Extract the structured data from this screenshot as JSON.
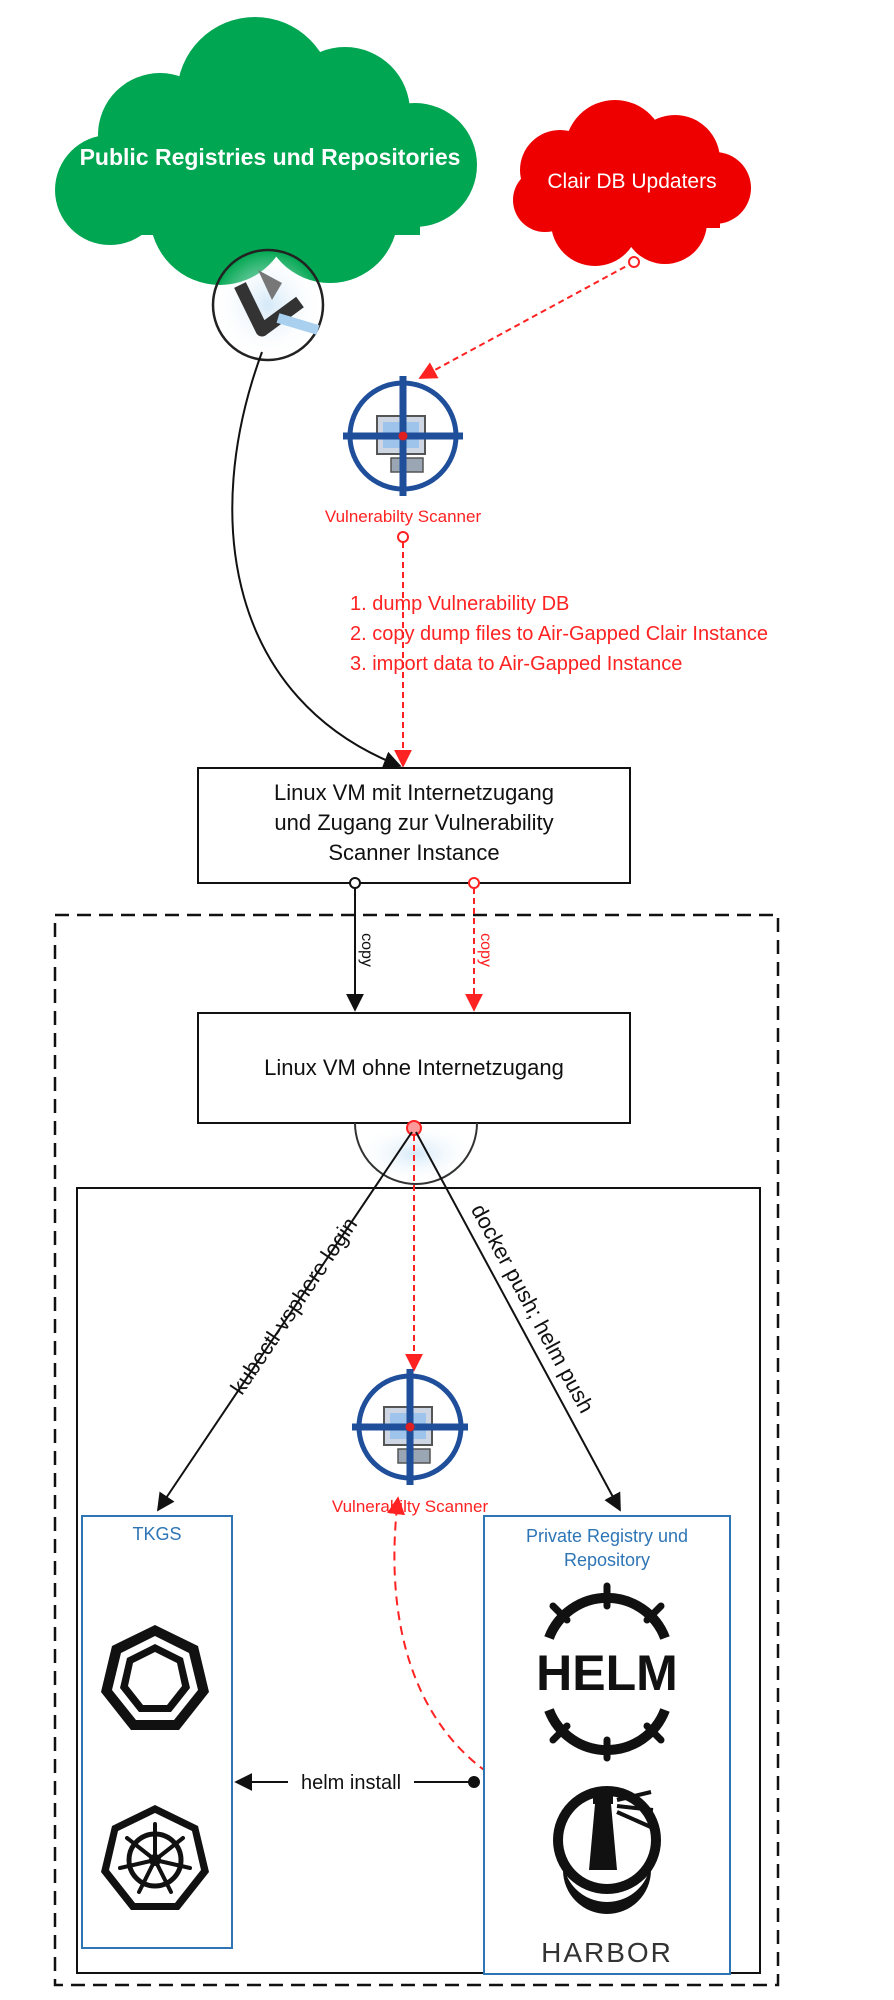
{
  "colors": {
    "cloud_green": "#00a651",
    "cloud_red": "#ee0000",
    "red_flow": "#ff2222",
    "blue": "#1f5ca8",
    "frame_blue": "#2e75b6",
    "black": "#111111"
  },
  "clouds": {
    "public_registries": "Public Registries und Repositories",
    "clair_updaters": "Clair DB Updaters"
  },
  "scanner_top": {
    "label": "Vulnerabilty Scanner",
    "icon": "crosshair-monitor-icon"
  },
  "scanner_inner": {
    "label": "Vulnerabilty Scanner",
    "icon": "crosshair-monitor-icon"
  },
  "steps": [
    "1. dump Vulnerability DB",
    "2. copy dump files to Air-Gapped Clair Instance",
    "3. import data to Air-Gapped Instance"
  ],
  "vm_online": {
    "lines": [
      "Linux VM mit Internetzugang",
      "und Zugang zur Vulnerability",
      "Scanner Instance"
    ]
  },
  "vm_offline": {
    "label": "Linux VM ohne Internetzugang"
  },
  "edges": {
    "copy_black": "copy",
    "copy_red": "copy",
    "kubectl": "kubectl-vsphere login",
    "docker_push": "docker push; helm push",
    "helm_install": "helm install"
  },
  "tkgs": {
    "label": "TKGS",
    "icons": [
      "heptagon-ring-icon",
      "kubernetes-wheel-icon"
    ]
  },
  "private_registry": {
    "lines": [
      "Private Registry und",
      "Repository"
    ],
    "helm_wordmark": "HELM",
    "harbor_wordmark": "HARBOR",
    "icons": [
      "helm-wheel-icon",
      "harbor-lighthouse-icon"
    ]
  }
}
